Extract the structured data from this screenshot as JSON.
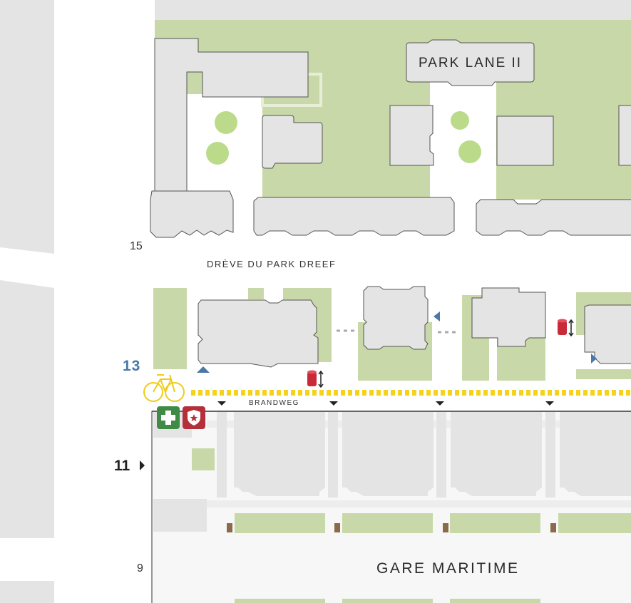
{
  "labels": {
    "park_lane": "PARK LANE II",
    "dreve": "DRÈVE DU PARK DREEF",
    "brandweg": "BRANDWEG",
    "gare_maritime": "GARE MARITIME"
  },
  "floor_numbers": {
    "n15": "15",
    "n13": "13",
    "n11": "11",
    "n9": "9"
  },
  "icons": {
    "first_aid": "first-aid-cross-icon",
    "security": "security-shield-icon",
    "bicycle": "bicycle-icon",
    "bollard": "bollard-icon",
    "entrance": "entrance-arrow-icon",
    "bin": "bin-icon"
  },
  "colors": {
    "building": "#e4e4e4",
    "green": "#c9d8a8",
    "tree": "#bcdb8a",
    "bike_path": "#f6d21c",
    "entrance_arrow": "#4a78a8",
    "first_aid": "#3f8a45",
    "security": "#b3303a",
    "bollard": "#c82a38"
  }
}
